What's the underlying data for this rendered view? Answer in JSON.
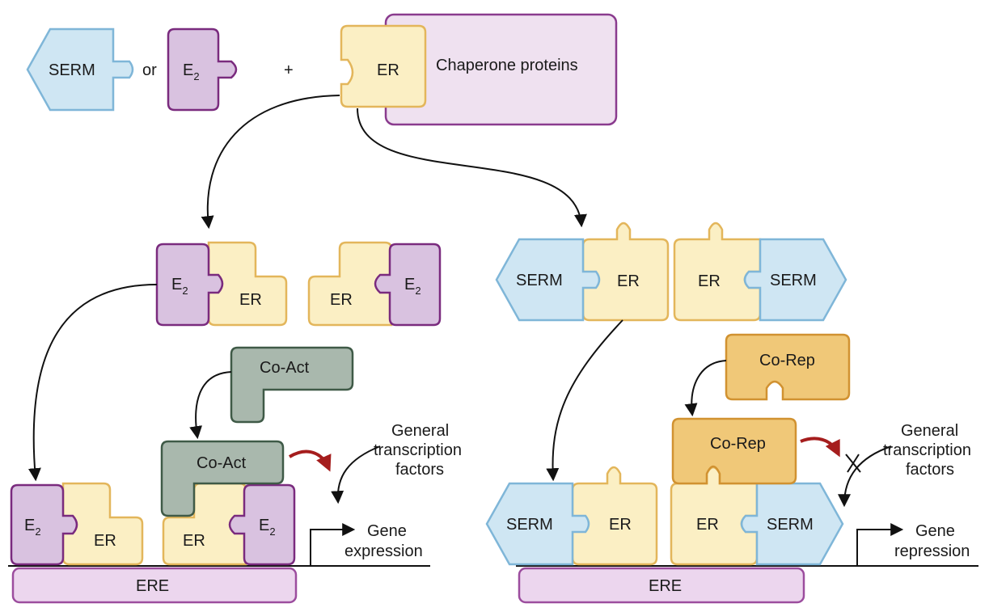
{
  "labels": {
    "serm": "SERM",
    "or": "or",
    "e": "E",
    "e_sub": "2",
    "plus": "+",
    "er": "ER",
    "chaperone": "Chaperone proteins",
    "coact": "Co-Act",
    "corep": "Co-Rep",
    "ere": "ERE",
    "gtf_line1": "General",
    "gtf_line2": "transcription",
    "gtf_line3": "factors",
    "gene": "Gene",
    "expression": "expression",
    "repression": "repression"
  },
  "colors": {
    "serm_fill": "#cfe6f3",
    "e2_fill": "#d9c2e0",
    "er_fill": "#fbefc4",
    "coact_fill": "#a9b8ad",
    "corep_fill": "#f0c878",
    "ere_fill": "#ecd6ee",
    "red_arrow": "#a51d1d"
  }
}
